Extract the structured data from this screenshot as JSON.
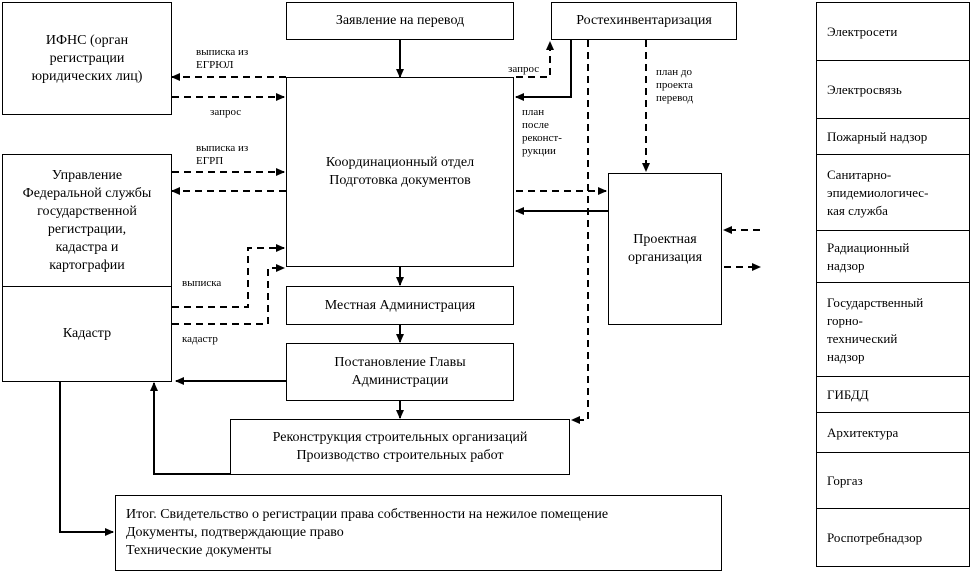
{
  "nodes": {
    "ifns": "ИФНС (орган\nрегистрации\nюридических лиц)",
    "application": "Заявление на перевод",
    "rostech": "Ростехинвентаризация",
    "rosreestr": "Управление\nФедеральной службы\nгосударственной\nрегистрации,\nкадастра и\nкартографии",
    "cadastre": "Кадастр",
    "coord": "Координационный отдел\nПодготовка документов",
    "local_admin": "Местная Администрация",
    "decree": "Постановление Главы\nАдминистрации",
    "design_org": "Проектная\nорганизация",
    "reconstruction": "Реконструкция строительных организаций\nПроизводство строительных работ",
    "result": "Итог. Свидетельство о регистрации права собственности на нежилое помещение\nДокументы, подтверждающие право\nТехнические документы"
  },
  "edge_labels": {
    "egrul_extract": "выписка из\nЕГРЮЛ",
    "request_ifns": "запрос",
    "egrp_extract": "выписка из\nЕГРП",
    "extract": "выписка",
    "cadastre_label": "кадастр",
    "request_rostech": "запрос",
    "plan_reconstruction": "план\nпосле\nреконст-\nрукции",
    "plan_before": "план до\nпроекта\nперевод"
  },
  "agencies": [
    "Электросети",
    "Электросвязь",
    "Пожарный надзор",
    "Санитарно-\nэпидемиологичес-\nкая служба",
    "Радиационный\nнадзор",
    "Государственный\nгорно-\nтехнический\nнадзор",
    "ГИБДД",
    "Архитектура",
    "Горгаз",
    "Роспотребнадзор"
  ]
}
